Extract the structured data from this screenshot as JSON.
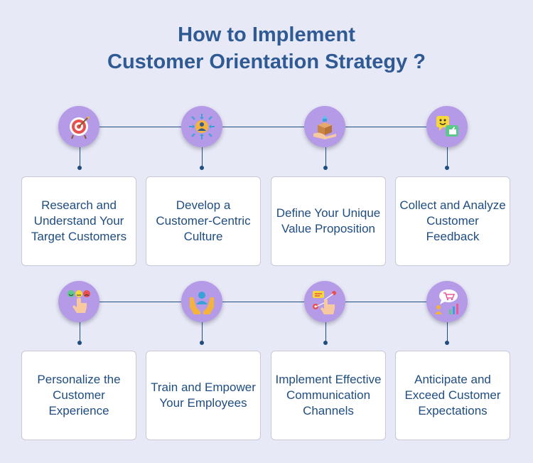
{
  "title": {
    "line1": "How to Implement",
    "line2": "Customer Orientation Strategy ?"
  },
  "colors": {
    "background": "#e8e9f7",
    "title": "#2f5a93",
    "connector": "#1f4d80",
    "circle": "#b59ae8",
    "card_text": "#1f4d80"
  },
  "steps": [
    {
      "label": "Research and Understand Your Target Customers",
      "icon": "target-icon"
    },
    {
      "label": "Develop a Customer-Centric Culture",
      "icon": "customer-center-icon"
    },
    {
      "label": "Define Your Unique Value Proposition",
      "icon": "value-box-icon"
    },
    {
      "label": "Collect and Analyze Customer Feedback",
      "icon": "feedback-icon"
    },
    {
      "label": "Personalize the Customer Experience",
      "icon": "emoji-rating-icon"
    },
    {
      "label": "Train and Empower Your Employees",
      "icon": "empower-hands-icon"
    },
    {
      "label": "Implement Effective Communication Channels",
      "icon": "communication-icon"
    },
    {
      "label": "Anticipate and Exceed Customer Expectations",
      "icon": "shopping-analytics-icon"
    }
  ]
}
